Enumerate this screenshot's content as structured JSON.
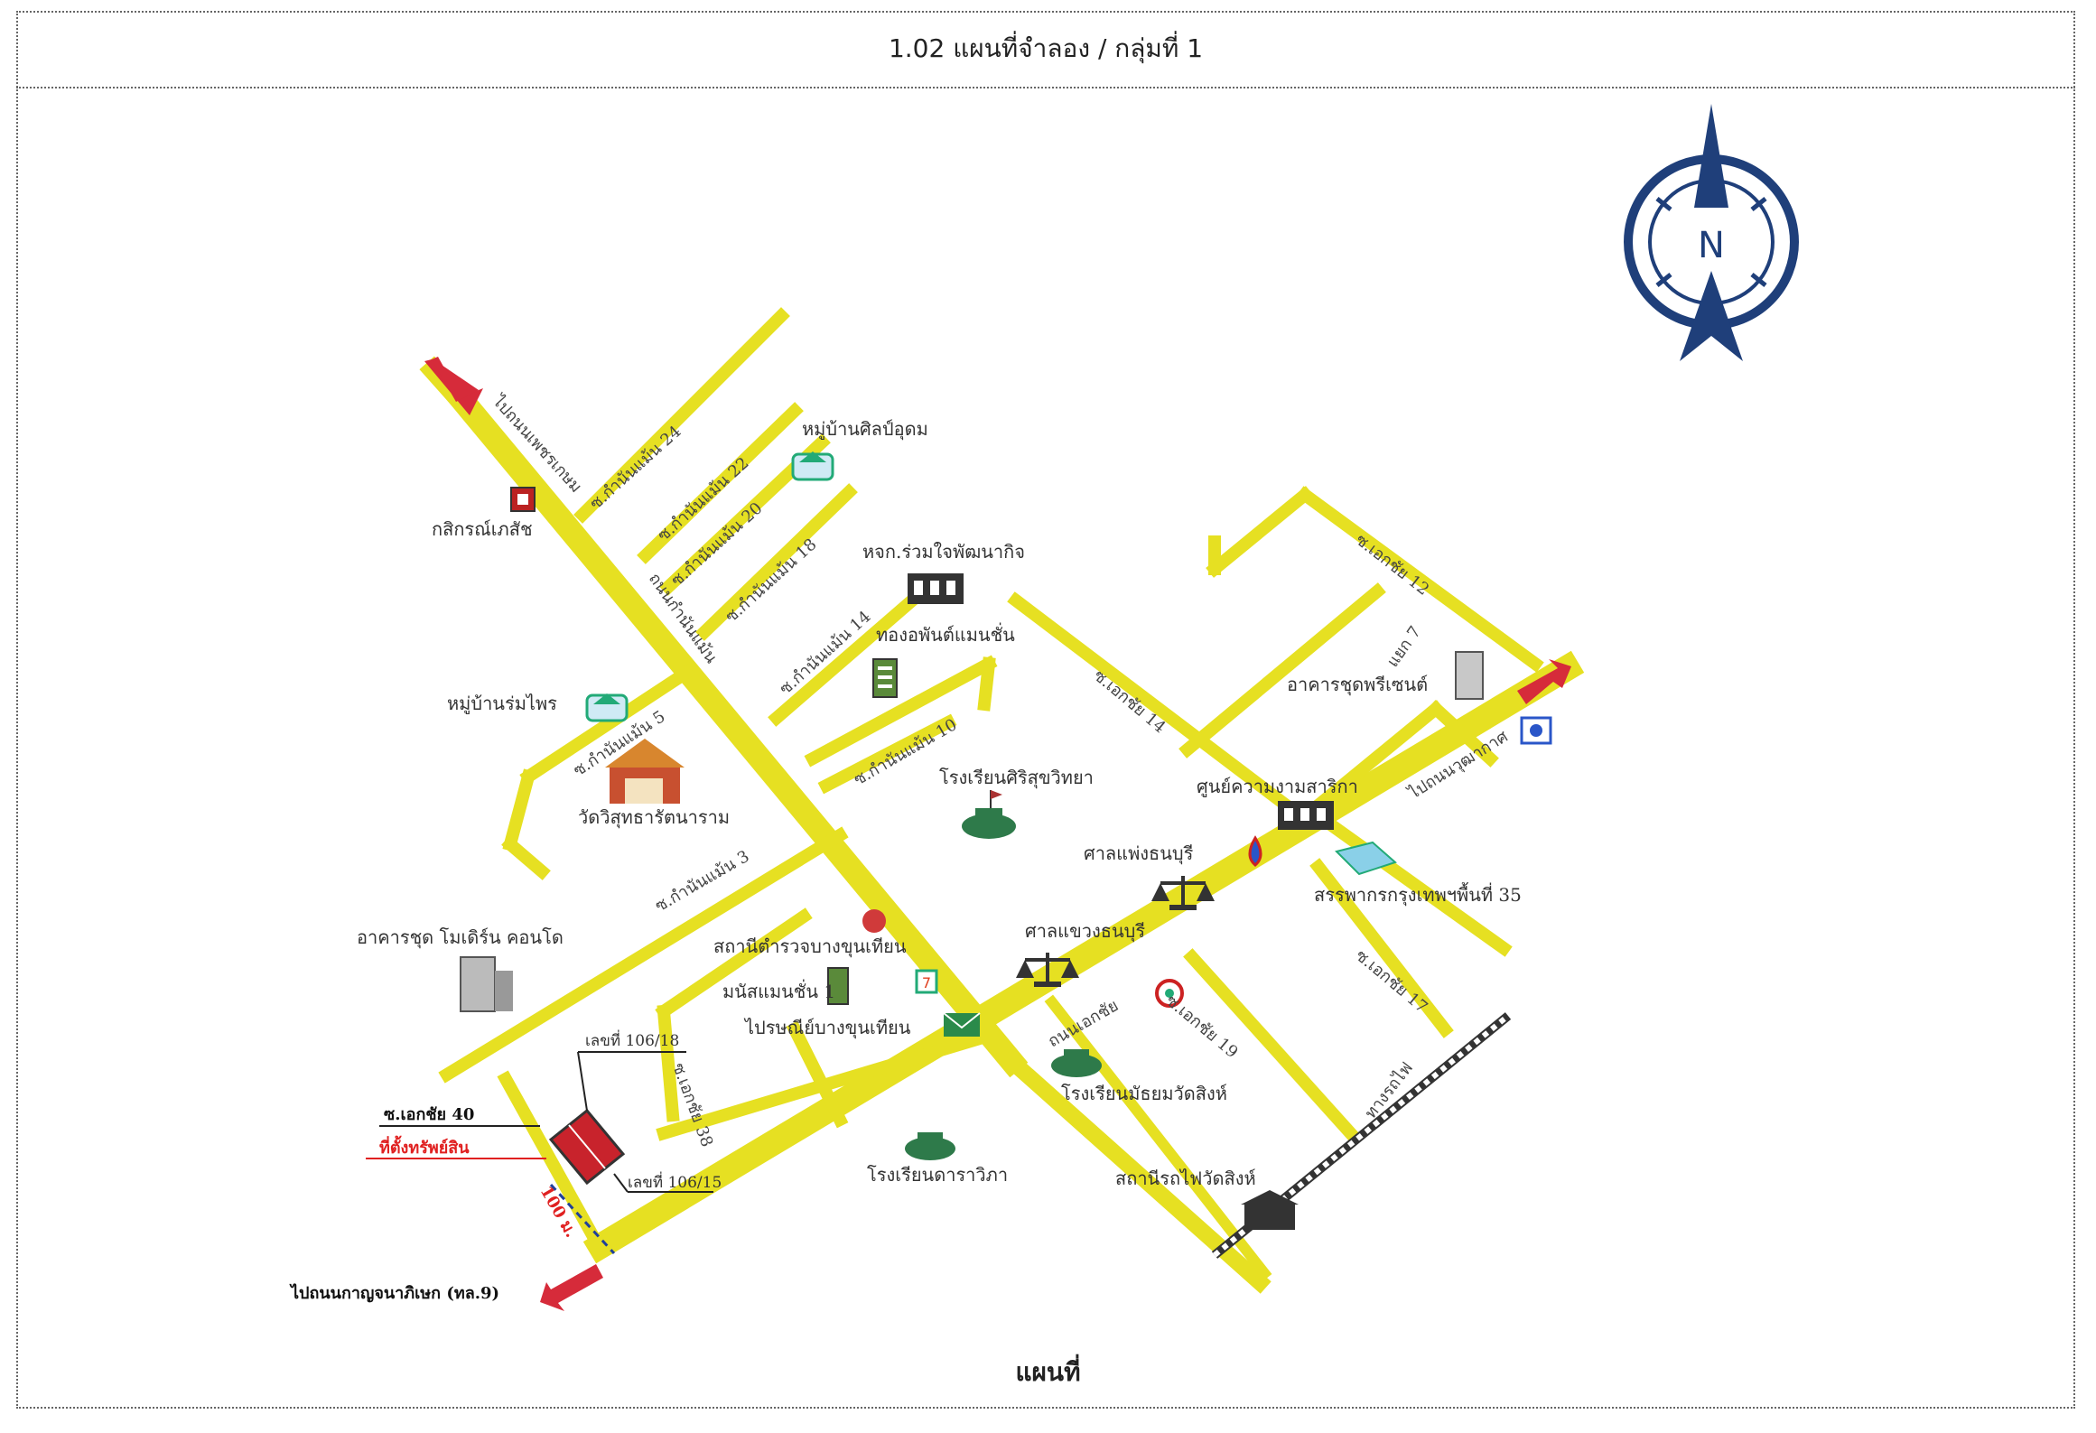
{
  "header": {
    "title": "1.02 แผนที่จำลอง / กลุ่มที่ 1"
  },
  "footer": {
    "caption": "แผนที่"
  },
  "compass": {
    "letter": "N",
    "color": "#1f3f7a"
  },
  "colors": {
    "road": "#e6e022",
    "arrow": "#d62b3a",
    "site": "#c8232c"
  },
  "places": {
    "village_silp": "หมู่บ้านศิลป์อุดม",
    "kasikorn": "กสิกรณ์เภสัช",
    "company": "หจก.ร่วมใจพัฒนากิจ",
    "tong_apartment": "ทองอพันต์แมนชั่น",
    "village_rom": "หมู่บ้านร่มไพร",
    "wat": "วัดวิสุทธารัตนาราม",
    "school_siri": "โรงเรียนศิริสุขวิทยา",
    "service_center": "ศูนย์ความงามสาริกา",
    "central_court": "ศาลแพ่งธนบุรี",
    "revenue": "สรรพากรกรุงเทพฯพื้นที่ 35",
    "district_court": "ศาลแขวงธนบุรี",
    "condo": "อาคารชุด โมเดิร์น คอนโด",
    "police": "สถานีตำรวจบางขุนเทียน",
    "mansion": "มนัสแมนชั่น 1",
    "post": "ไปรษณีย์บางขุนเทียน",
    "school_wat": "โรงเรียนมัธยมวัดสิงห์",
    "school_dara": "โรงเรียนดาราวิภา",
    "station": "สถานีรถไฟวัดสิงห์",
    "apartment_plaza": "อาคารชุดพรีเซนต์"
  },
  "roads": {
    "to_north": "ไปถนนเพชรเกษม",
    "to_south": "ไปถนนกาญจนาภิเษก (ทล.9)",
    "to_east": "ไปถนนวุฒากาศ",
    "main_road": "ถนนกำนันแม้น",
    "ekachai_road": "ถนนเอกชัย",
    "railway": "ทางรถไฟ",
    "soi_k24": "ซ.กำนันแม้น 24",
    "soi_k22": "ซ.กำนันแม้น 22",
    "soi_k20": "ซ.กำนันแม้น 20",
    "soi_k18": "ซ.กำนันแม้น 18",
    "soi_k14": "ซ.กำนันแม้น 14",
    "soi_k10": "ซ.กำนันแม้น 10",
    "soi_k5": "ซ.กำนันแม้น 5",
    "soi_k3": "ซ.กำนันแม้น 3",
    "soi_e12": "ซ.เอกชัย 12",
    "soi_e14": "ซ.เอกชัย 14",
    "soi_e17": "ซ.เอกชัย 17",
    "soi_e19": "ซ.เอกชัย 19",
    "soi_e38": "ซ.เอกชัย 38",
    "soi_e40": "ซ.เอกชัย 40",
    "soi_x": "แยก 7"
  },
  "site": {
    "label": "ที่ตั้งทรัพย์สิน",
    "plot_a": "เลขที่ 106/18",
    "plot_b": "เลขที่ 106/15",
    "distance": "100 ม."
  }
}
